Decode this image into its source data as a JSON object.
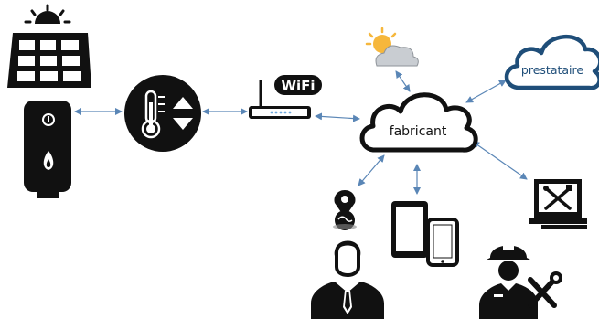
{
  "nodes": {
    "cloud_main": {
      "label": "fabricant"
    },
    "cloud_provider": {
      "label": "prestataire"
    },
    "wifi": {
      "label": "WiFi"
    }
  },
  "icons": [
    "sun-icon",
    "solar-panel-icon",
    "water-heater-icon",
    "thermostat-icon",
    "wifi-router-icon",
    "weather-icon",
    "cloud-icon",
    "laptop-tools-icon",
    "location-pin-icon",
    "tablet-phone-icon",
    "user-icon",
    "technician-icon"
  ],
  "colors": {
    "icon": "#111111",
    "arrow": "#5a86b6",
    "provider_cloud": "#1f4e79",
    "sun": "#f6b73c",
    "weather_cloud": "#c9cdd2"
  }
}
